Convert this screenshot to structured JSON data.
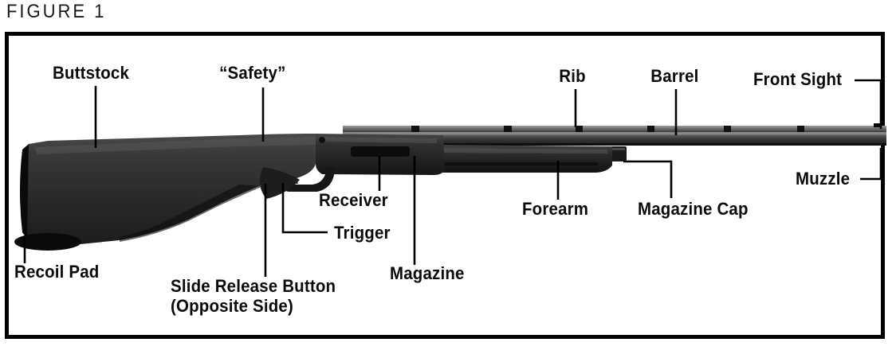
{
  "figure": {
    "title": "FIGURE 1",
    "frame_color": "#000000",
    "background_color": "#ffffff",
    "label_color": "#0a0a0a",
    "leader_color": "#000000"
  },
  "diagram": {
    "subject": "pump-action shotgun",
    "orientation": "left-facing buttstock, right-facing muzzle",
    "gun_color_dark": "#262626",
    "gun_color_mid": "#3d3d3d",
    "gun_color_light": "#6e6e6e"
  },
  "labels": {
    "buttstock": "Buttstock",
    "safety": "“Safety”",
    "rib": "Rib",
    "barrel": "Barrel",
    "front_sight": "Front Sight",
    "muzzle": "Muzzle",
    "receiver": "Receiver",
    "trigger": "Trigger",
    "magazine": "Magazine",
    "forearm": "Forearm",
    "magazine_cap": "Magazine Cap",
    "recoil_pad": "Recoil Pad",
    "slide_release_line1": "Slide Release Button",
    "slide_release_line2": "(Opposite Side)"
  }
}
